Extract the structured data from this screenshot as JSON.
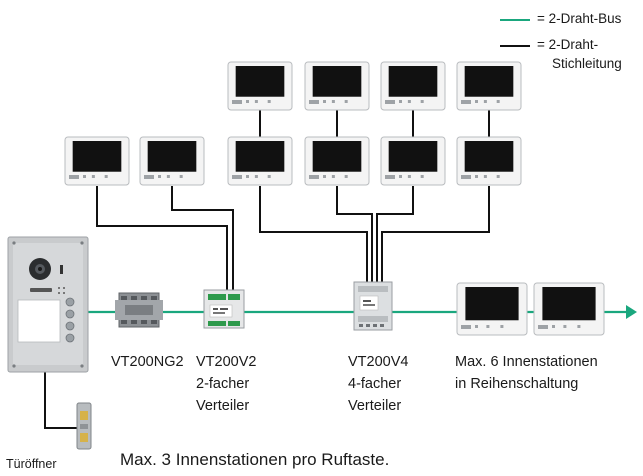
{
  "colors": {
    "bus": "#1aa77e",
    "wire": "#111111",
    "monitor_frame": "#f4f4f4",
    "monitor_screen": "#111111",
    "panel": "#c9cbcd"
  },
  "legend": {
    "bus_label": "= 2-Draht-Bus",
    "stub_label_line1": "= 2-Draht-",
    "stub_label_line2": "Stichleitung"
  },
  "devices": {
    "ng2": {
      "name": "VT200NG2"
    },
    "v2": {
      "name": "VT200V2",
      "line2": "2-facher",
      "line3": "Verteiler"
    },
    "v4": {
      "name": "VT200V4",
      "line2": "4-facher",
      "line3": "Verteiler"
    },
    "series": {
      "line1": "Max. 6 Innenstationen",
      "line2": "in Reihenschaltung"
    },
    "door_opener": {
      "name": "Türöffner"
    }
  },
  "caption": "Max. 3 Innenstationen pro Ruftaste.",
  "icons": [
    "door-panel-icon",
    "camera-icon",
    "power-supply-icon",
    "distributor-icon",
    "monitor-icon",
    "arrow-right-icon",
    "door-opener-icon"
  ]
}
